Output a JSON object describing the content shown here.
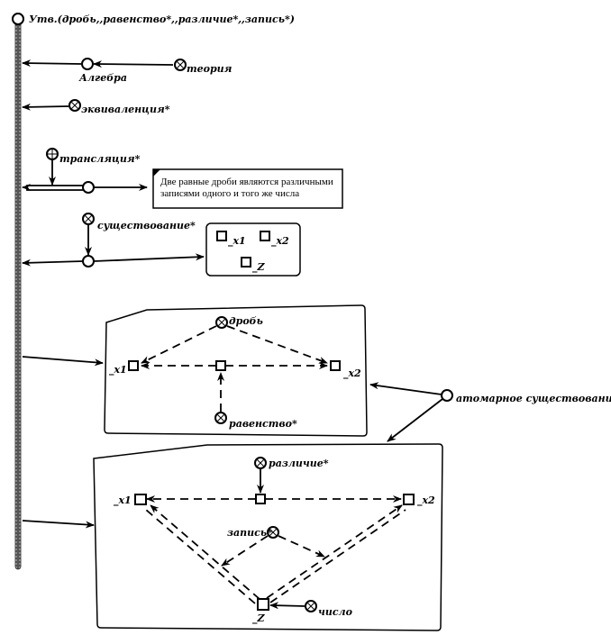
{
  "statement": {
    "label": "Утв.(дробь,,равенство*,,различие*,,запись*)"
  },
  "nodes": {
    "algebra": "Алгебра",
    "theory": "теория",
    "equivalence": "эквиваленция*",
    "translation": "трансляция*",
    "existence": "существование*",
    "fraction": "дробь",
    "equality": "равенство*",
    "atomic_existence": "атомарное существование",
    "difference": "различие*",
    "record": "запись*",
    "number": "число"
  },
  "note": {
    "line1": "Две равные дроби являются различными",
    "line2": "записями одного и того же числа"
  },
  "variables": {
    "box1": [
      "_x1",
      "_x2",
      "_Z"
    ],
    "box2": [
      "_x1",
      "_x2"
    ],
    "box3": [
      "_x1",
      "_x2",
      "_Z"
    ]
  }
}
